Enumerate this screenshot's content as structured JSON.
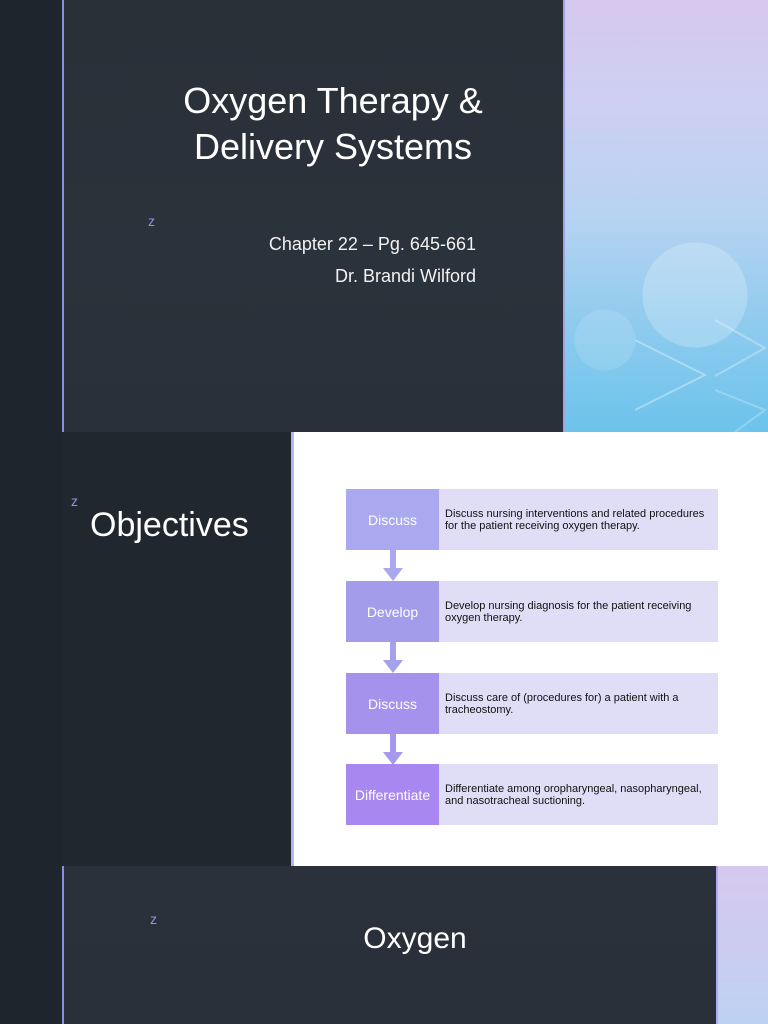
{
  "slide1": {
    "mark": "z",
    "title_line1": "Oxygen Therapy &",
    "title_line2": "Delivery Systems",
    "chapter": "Chapter 22 – Pg. 645-661",
    "author": "Dr. Brandi Wilford"
  },
  "slide2": {
    "mark": "z",
    "title": "Objectives",
    "items": [
      {
        "label": "Discuss",
        "text": "Discuss nursing interventions and related procedures for the patient receiving oxygen therapy.",
        "color": "#aaa8ee"
      },
      {
        "label": "Develop",
        "text": "Develop nursing diagnosis for the patient receiving oxygen therapy.",
        "color": "#a39ceb"
      },
      {
        "label": "Discuss",
        "text": "Discuss care of (procedures for) a patient with a tracheostomy.",
        "color": "#a592ec"
      },
      {
        "label": "Differentiate",
        "text": "Differentiate among oropharyngeal, nasopharyngeal, and nasotracheal suctioning.",
        "color": "#a887f0"
      }
    ],
    "arrow_color": "#aaa8ee"
  },
  "slide3": {
    "mark": "z",
    "title": "Oxygen"
  }
}
